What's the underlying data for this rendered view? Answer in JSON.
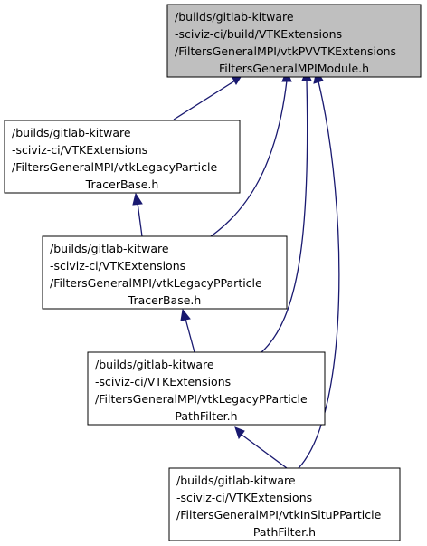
{
  "graph": {
    "nodes": [
      {
        "id": "module",
        "lines": [
          "/builds/gitlab-kitware",
          "-sciviz-ci/build/VTKExtensions",
          "/FiltersGeneralMPI/vtkPVVTKExtensions",
          "FiltersGeneralMPIModule.h"
        ],
        "fill": "#bfbfbf"
      },
      {
        "id": "legacy-particle-tracer-base",
        "lines": [
          "/builds/gitlab-kitware",
          "-sciviz-ci/VTKExtensions",
          "/FiltersGeneralMPI/vtkLegacyParticle",
          "TracerBase.h"
        ],
        "fill": "#ffffff"
      },
      {
        "id": "legacy-p-particle-tracer-base",
        "lines": [
          "/builds/gitlab-kitware",
          "-sciviz-ci/VTKExtensions",
          "/FiltersGeneralMPI/vtkLegacyPParticle",
          "TracerBase.h"
        ],
        "fill": "#ffffff"
      },
      {
        "id": "legacy-p-particle-path-filter",
        "lines": [
          "/builds/gitlab-kitware",
          "-sciviz-ci/VTKExtensions",
          "/FiltersGeneralMPI/vtkLegacyPParticle",
          "PathFilter.h"
        ],
        "fill": "#ffffff"
      },
      {
        "id": "in-situ-p-particle-path-filter",
        "lines": [
          "/builds/gitlab-kitware",
          "-sciviz-ci/VTKExtensions",
          "/FiltersGeneralMPI/vtkInSituPParticle",
          "PathFilter.h"
        ],
        "fill": "#ffffff"
      }
    ],
    "edges": [
      {
        "from": "legacy-particle-tracer-base",
        "to": "module"
      },
      {
        "from": "legacy-p-particle-tracer-base",
        "to": "module"
      },
      {
        "from": "legacy-p-particle-path-filter",
        "to": "module"
      },
      {
        "from": "in-situ-p-particle-path-filter",
        "to": "module"
      },
      {
        "from": "legacy-p-particle-tracer-base",
        "to": "legacy-particle-tracer-base"
      },
      {
        "from": "legacy-p-particle-path-filter",
        "to": "legacy-p-particle-tracer-base"
      },
      {
        "from": "in-situ-p-particle-path-filter",
        "to": "legacy-p-particle-path-filter"
      }
    ],
    "edge_color": "#191970"
  }
}
